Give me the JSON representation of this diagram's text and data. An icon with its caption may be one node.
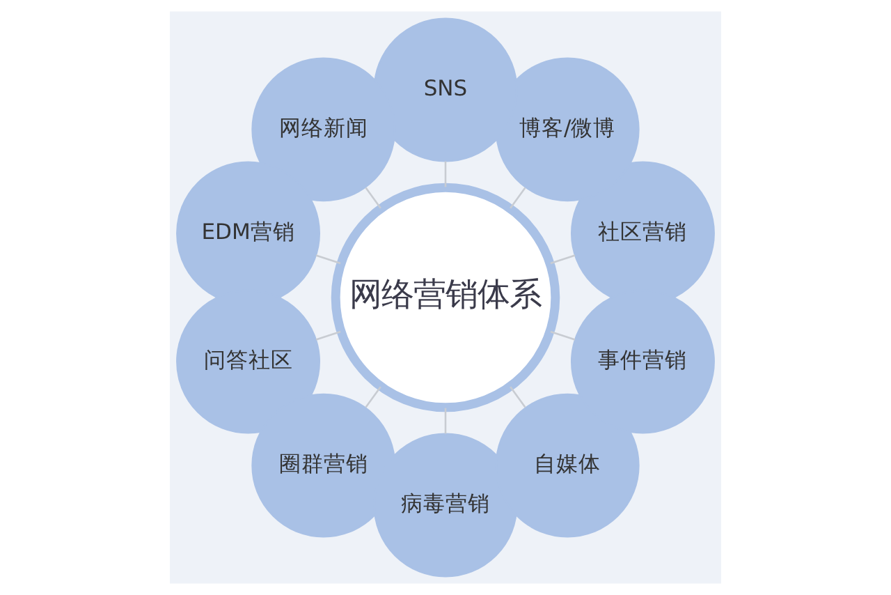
{
  "diagram": {
    "nodes": [
      {
        "text": [
          "网络营销体系"
        ]
      },
      {
        "text": [
          "社区营销"
        ]
      },
      {
        "text": [
          "博客/微博"
        ]
      },
      {
        "text": [
          "SNS"
        ]
      },
      {
        "text": [
          "网络新闻"
        ]
      },
      {
        "text": [
          "EDM营销"
        ]
      },
      {
        "text": [
          "问答社区"
        ]
      },
      {
        "text": [
          "圈群营销"
        ]
      },
      {
        "text": [
          "病毒营销"
        ]
      },
      {
        "text": [
          "自媒体"
        ]
      },
      {
        "text": [
          "事件营销"
        ]
      }
    ],
    "edges": [
      {
        "from": 0,
        "to": 1,
        "arrow": "none"
      },
      {
        "from": 0,
        "to": 2,
        "arrow": "none"
      },
      {
        "from": 0,
        "to": 3,
        "arrow": "none"
      },
      {
        "from": 0,
        "to": 4,
        "arrow": "none"
      },
      {
        "from": 0,
        "to": 5,
        "arrow": "none"
      },
      {
        "from": 0,
        "to": 6,
        "arrow": "none"
      },
      {
        "from": 0,
        "to": 7,
        "arrow": "none"
      },
      {
        "from": 0,
        "to": 8,
        "arrow": "none"
      },
      {
        "from": 0,
        "to": 9,
        "arrow": "none"
      },
      {
        "from": 0,
        "to": 10,
        "arrow": "none"
      }
    ]
  }
}
